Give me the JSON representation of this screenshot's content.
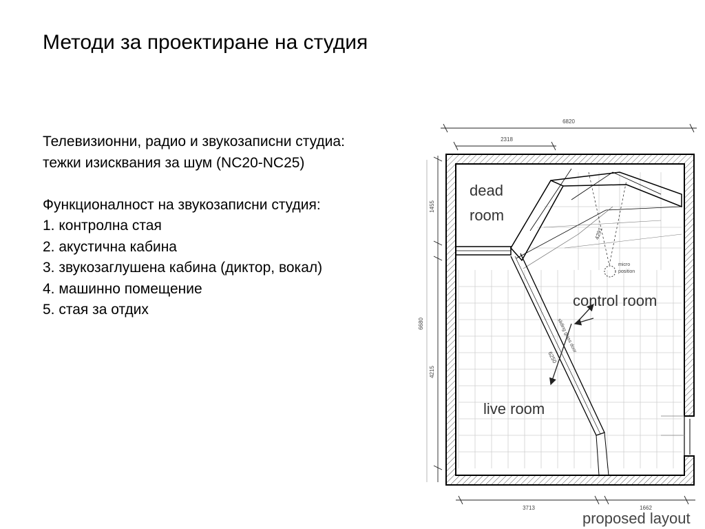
{
  "slide": {
    "title": "Методи за проектиране на студия",
    "lines": [
      "Телевизионни, радио и звукозаписни студиа:",
      "тежки изисквания за шум (NC20-NC25)",
      "",
      "Функционалност на звукозаписни студия:",
      "1. контролна стая",
      "2. акустична кабина",
      "3. звукозаглушена кабина (диктор, вокал)",
      "4. машинно помещение",
      "5. стая за отдих"
    ]
  },
  "floor_plan": {
    "dim_top_overall": "6820",
    "dim_top_partial": "2318",
    "dim_left_upper": "1455",
    "dim_left_total": "6680",
    "dim_left_lower": "4215",
    "dim_bottom_left": "3713",
    "dim_bottom_right": "1662",
    "dim_diagonal_upper": "4291",
    "dim_diagonal_lower": "6250",
    "room_dead_line1": "dead",
    "room_dead_line2": "room",
    "room_control": "control room",
    "room_live": "live room",
    "mic_line1": "micro",
    "mic_line2": "position",
    "door_note": "sliding glass door",
    "caption": "proposed layout"
  }
}
